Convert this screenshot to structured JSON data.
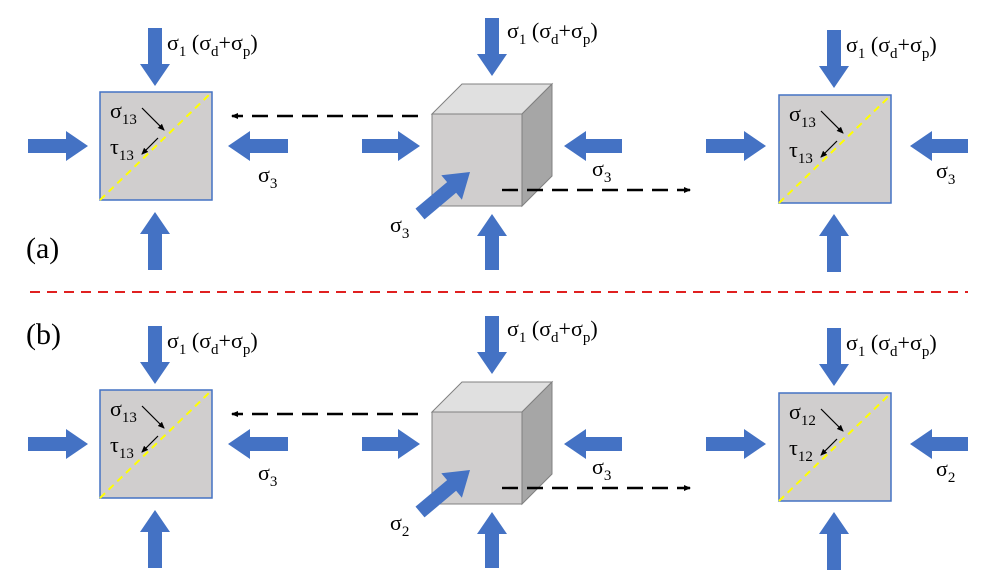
{
  "panels": [
    {
      "letter": "(a)",
      "top_load": {
        "sym": "σ",
        "sub": "1",
        "paren_open": " (",
        "sym2": "σ",
        "sub2": "d",
        "plus": "+",
        "sym3": "σ",
        "sub3": "p",
        "paren_close": ")"
      },
      "left_square": {
        "normal_sym": "σ",
        "normal_sub": "13",
        "shear_sym": "τ",
        "shear_sub": "13",
        "side_sym": "σ",
        "side_sub": "3"
      },
      "cube": {
        "front_sym": "σ",
        "front_sub": "3",
        "side_sym": "σ",
        "side_sub": "3"
      },
      "right_square": {
        "normal_sym": "σ",
        "normal_sub": "13",
        "shear_sym": "τ",
        "shear_sub": "13",
        "side_sym": "σ",
        "side_sub": "3"
      }
    },
    {
      "letter": "(b)",
      "top_load": {
        "sym": "σ",
        "sub": "1",
        "paren_open": " (",
        "sym2": "σ",
        "sub2": "d",
        "plus": "+",
        "sym3": "σ",
        "sub3": "p",
        "paren_close": ")"
      },
      "left_square": {
        "normal_sym": "σ",
        "normal_sub": "13",
        "shear_sym": "τ",
        "shear_sub": "13",
        "side_sym": "σ",
        "side_sub": "3"
      },
      "cube": {
        "front_sym": "σ",
        "front_sub": "2",
        "side_sym": "σ",
        "side_sub": "3"
      },
      "right_square": {
        "normal_sym": "σ",
        "normal_sub": "12",
        "shear_sym": "τ",
        "shear_sub": "12",
        "side_sym": "σ",
        "side_sub": "2"
      }
    }
  ],
  "colors": {
    "arrow_blue": "#4472c4",
    "square_fill": "#d0cece",
    "square_border": "#4472c4",
    "diagonal": "#ffff00",
    "divider": "#e02020",
    "cube_front": "#d0cece",
    "cube_top": "#e0e0e0",
    "cube_side": "#a6a6a6",
    "dashed_arrow": "#000000"
  }
}
